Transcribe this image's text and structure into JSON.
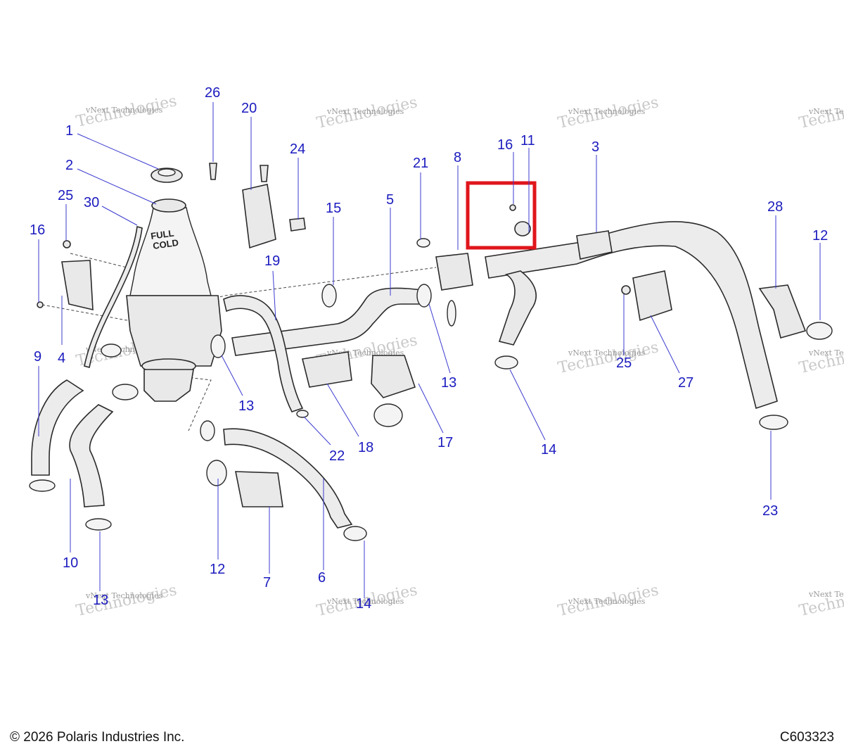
{
  "footer": {
    "copyright": "© 2026 Polaris Industries Inc.",
    "diagram_code": "C603323"
  },
  "watermark": {
    "line1": "vNext Technologies",
    "line2": "vNext",
    "line3": "Technologies"
  },
  "callouts": {
    "c1": "1",
    "c2": "2",
    "c3": "3",
    "c4": "4",
    "c5": "5",
    "c6": "6",
    "c7": "7",
    "c8": "8",
    "c9": "9",
    "c10": "10",
    "c11": "11",
    "c12a": "12",
    "c12b": "12",
    "c13a": "13",
    "c13b": "13",
    "c13c": "13",
    "c14a": "14",
    "c14b": "14",
    "c15": "15",
    "c16a": "16",
    "c16b": "16",
    "c17": "17",
    "c18": "18",
    "c19": "19",
    "c20": "20",
    "c21": "21",
    "c22": "22",
    "c23": "23",
    "c24": "24",
    "c25a": "25",
    "c25b": "25",
    "c26": "26",
    "c27": "27",
    "c28": "28",
    "c30": "30"
  },
  "tank_labels": {
    "full": "FULL",
    "cold": "COLD"
  },
  "colors": {
    "callout": "#1b1bbf",
    "highlight": "#e0161b"
  }
}
